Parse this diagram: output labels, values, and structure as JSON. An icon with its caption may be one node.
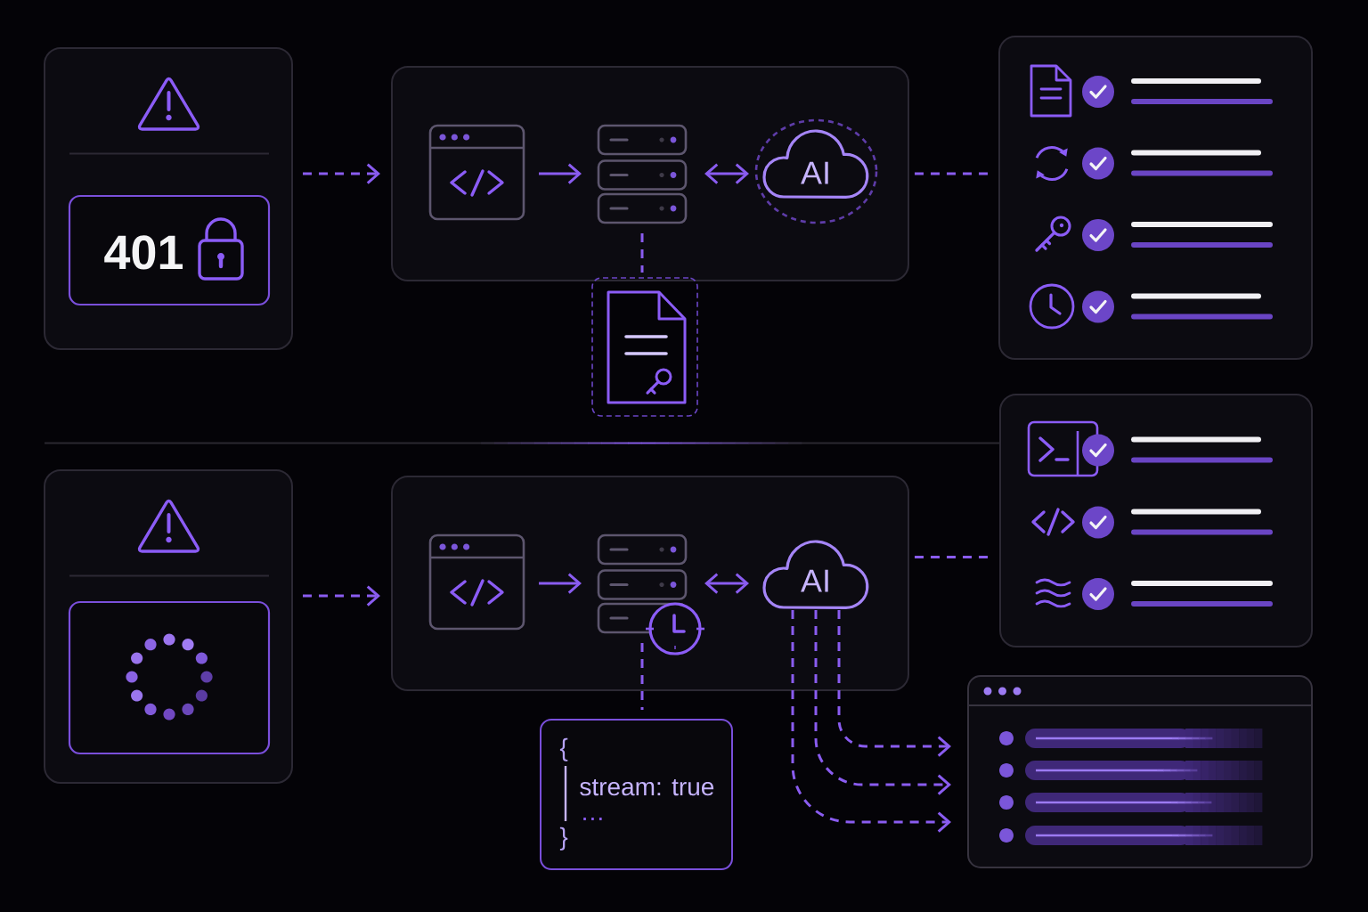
{
  "diagram": {
    "nodes": [
      {
        "text": [],
        "shape": "box"
      },
      {
        "text": [
          "401"
        ],
        "in": 0
      },
      {
        "text": [],
        "shape": "box"
      },
      {
        "text": [],
        "shape": "picture",
        "in": 2
      },
      {
        "text": [],
        "shape": "picture",
        "in": 2
      },
      {
        "text": [
          "AI"
        ],
        "in": 2
      },
      {
        "text": [],
        "shape": "box"
      },
      {
        "text": [],
        "shape": "box"
      },
      {
        "text": [],
        "shape": "box"
      },
      {
        "text": [],
        "shape": "box",
        "in": 8
      },
      {
        "text": [],
        "shape": "box"
      },
      {
        "text": [],
        "shape": "picture",
        "in": 10
      },
      {
        "text": [],
        "shape": "picture",
        "in": 10
      },
      {
        "text": [
          "AI"
        ],
        "in": 10
      },
      {
        "text": [
          "{",
          "stream: true",
          "…",
          "}"
        ]
      },
      {
        "text": [],
        "shape": "box"
      },
      {
        "text": [],
        "shape": "box"
      }
    ],
    "edges": [
      {
        "from": 0,
        "to": 2,
        "arrow": "to",
        "style": "dashed"
      },
      {
        "from": 3,
        "to": 4,
        "arrow": "to"
      },
      {
        "from": 4,
        "to": 5,
        "arrow": "both"
      },
      {
        "from": 4,
        "to": 6,
        "arrow": "none",
        "style": "dashed"
      },
      {
        "from": 2,
        "to": 7,
        "arrow": "none",
        "style": "dashed"
      },
      {
        "from": 8,
        "to": 10,
        "arrow": "to",
        "style": "dashed"
      },
      {
        "from": 11,
        "to": 12,
        "arrow": "to"
      },
      {
        "from": 12,
        "to": 13,
        "arrow": "both"
      },
      {
        "from": 12,
        "to": 14,
        "arrow": "none",
        "style": "dashed"
      },
      {
        "from": 10,
        "to": 15,
        "arrow": "none",
        "style": "dashed"
      },
      {
        "from": 13,
        "to": 16,
        "arrow": "to",
        "style": "dashed"
      },
      {
        "from": 13,
        "to": 16,
        "arrow": "to",
        "style": "dashed"
      },
      {
        "from": 13,
        "to": 16,
        "arrow": "to",
        "style": "dashed"
      }
    ]
  }
}
